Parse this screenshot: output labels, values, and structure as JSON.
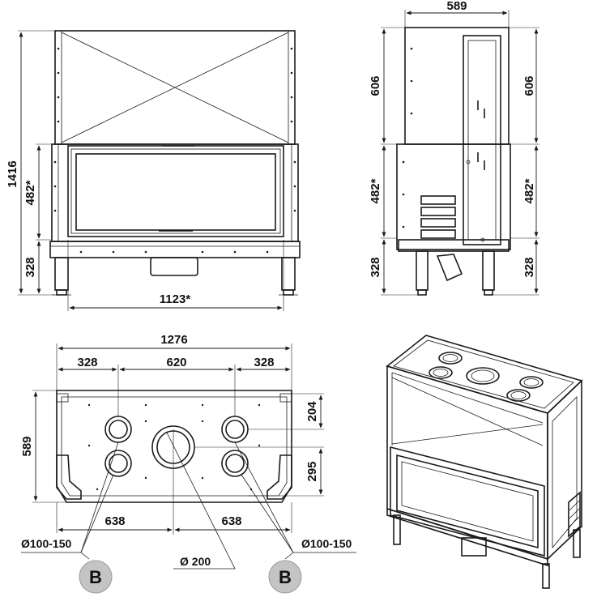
{
  "front_view": {
    "dim_total_height": "1416",
    "dim_door_height": "482*",
    "dim_leg_height": "328",
    "dim_door_width": "1123*"
  },
  "side_view": {
    "dim_depth": "589",
    "dim_top_left": "606",
    "dim_top_right": "606",
    "dim_door_left": "482*",
    "dim_door_right": "482*",
    "dim_leg_left": "328",
    "dim_leg_right": "328"
  },
  "top_view": {
    "dim_total_width": "1276",
    "dim_left_offset": "328",
    "dim_center_span": "620",
    "dim_right_offset": "328",
    "dim_depth": "589",
    "dim_upper_depth": "204",
    "dim_lower_depth": "295",
    "dim_bottom_left": "638",
    "dim_bottom_right": "638",
    "label_small_outlets_left": "Ø100-150",
    "label_small_outlets_right": "Ø100-150",
    "label_central_outlet": "Ø 200",
    "badge_left": "B",
    "badge_right": "B"
  },
  "colors": {
    "line": "#1a1a1a",
    "badge_fill": "#c4c4c4"
  }
}
